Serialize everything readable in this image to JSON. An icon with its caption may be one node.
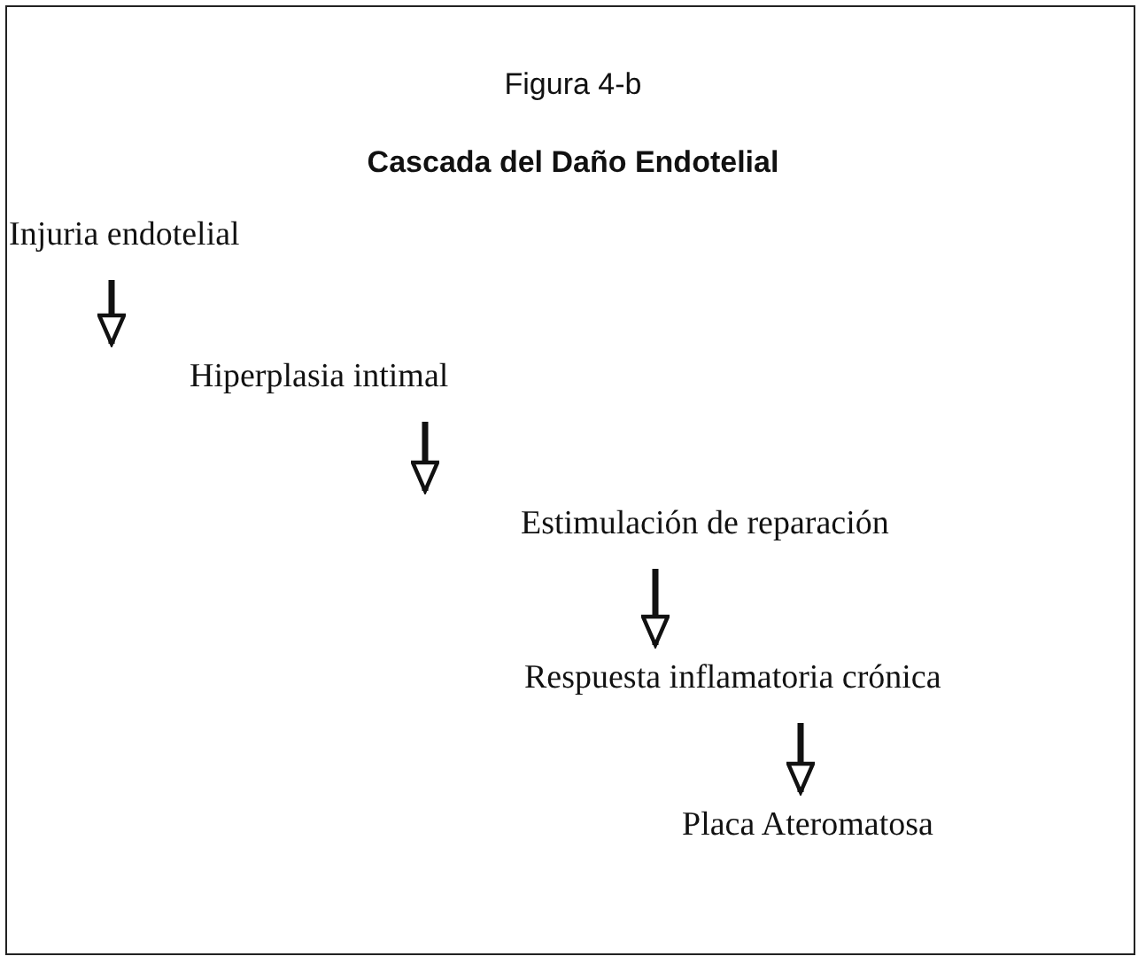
{
  "diagram": {
    "title": "Cascada del Daño Endotelial",
    "caption": "Figura 4-b",
    "nodes": [
      {
        "text": [
          "Injuria endotelial"
        ]
      },
      {
        "text": [
          "Hiperplasia intimal"
        ]
      },
      {
        "text": [
          "Estimulación de reparación"
        ]
      },
      {
        "text": [
          "Respuesta inflamatoria crónica"
        ]
      },
      {
        "text": [
          "Placa Ateromatosa"
        ]
      }
    ],
    "edges": [
      {
        "from": 0,
        "to": 1,
        "arrow": "to"
      },
      {
        "from": 1,
        "to": 2,
        "arrow": "to"
      },
      {
        "from": 2,
        "to": 3,
        "arrow": "to"
      },
      {
        "from": 3,
        "to": 4,
        "arrow": "to"
      }
    ]
  }
}
